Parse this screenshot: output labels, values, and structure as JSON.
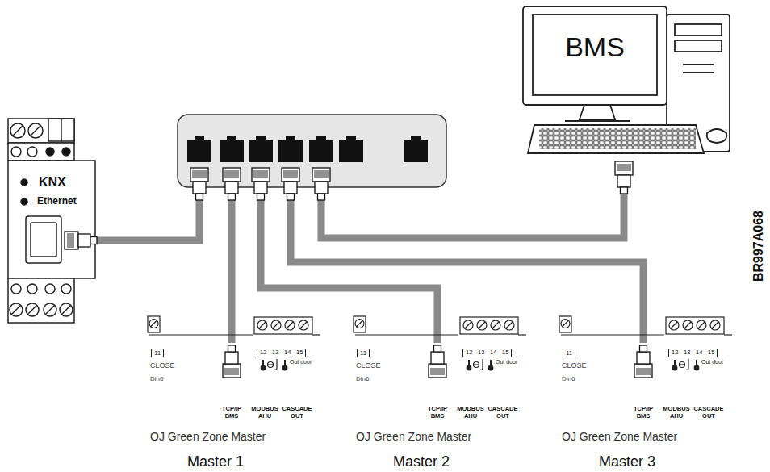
{
  "diagram": {
    "nodes": [
      {
        "text": [
          "KNX",
          "Ethernet"
        ]
      },
      {
        "text": []
      },
      {
        "text": [
          "BMS"
        ]
      },
      {
        "text": [
          "11",
          "CLOSE",
          "Din6",
          "12 - 13 - 14 - 15",
          "Out door",
          "TCP/IP BMS",
          "MODBUS AHU",
          "CASCADE OUT",
          "OJ Green Zone Master",
          "Master 1"
        ]
      },
      {
        "text": [
          "11",
          "CLOSE",
          "Din6",
          "12 - 13 - 14 - 15",
          "Out door",
          "TCP/IP BMS",
          "MODBUS AHU",
          "CASCADE OUT",
          "OJ Green Zone Master",
          "Master 2"
        ]
      },
      {
        "text": [
          "11",
          "CLOSE",
          "Din6",
          "12 - 13 - 14 - 15",
          "Out door",
          "TCP/IP BMS",
          "MODBUS AHU",
          "CASCADE OUT",
          "OJ Green Zone Master",
          "Master 3"
        ]
      }
    ],
    "edges": [
      {
        "from": 0,
        "to": 1,
        "arrow": "none"
      },
      {
        "from": 3,
        "to": 1,
        "arrow": "none"
      },
      {
        "from": 4,
        "to": 1,
        "arrow": "none"
      },
      {
        "from": 5,
        "to": 1,
        "arrow": "none"
      },
      {
        "from": 2,
        "to": 1,
        "arrow": "none"
      }
    ],
    "labels": [
      "BR997A068"
    ]
  }
}
